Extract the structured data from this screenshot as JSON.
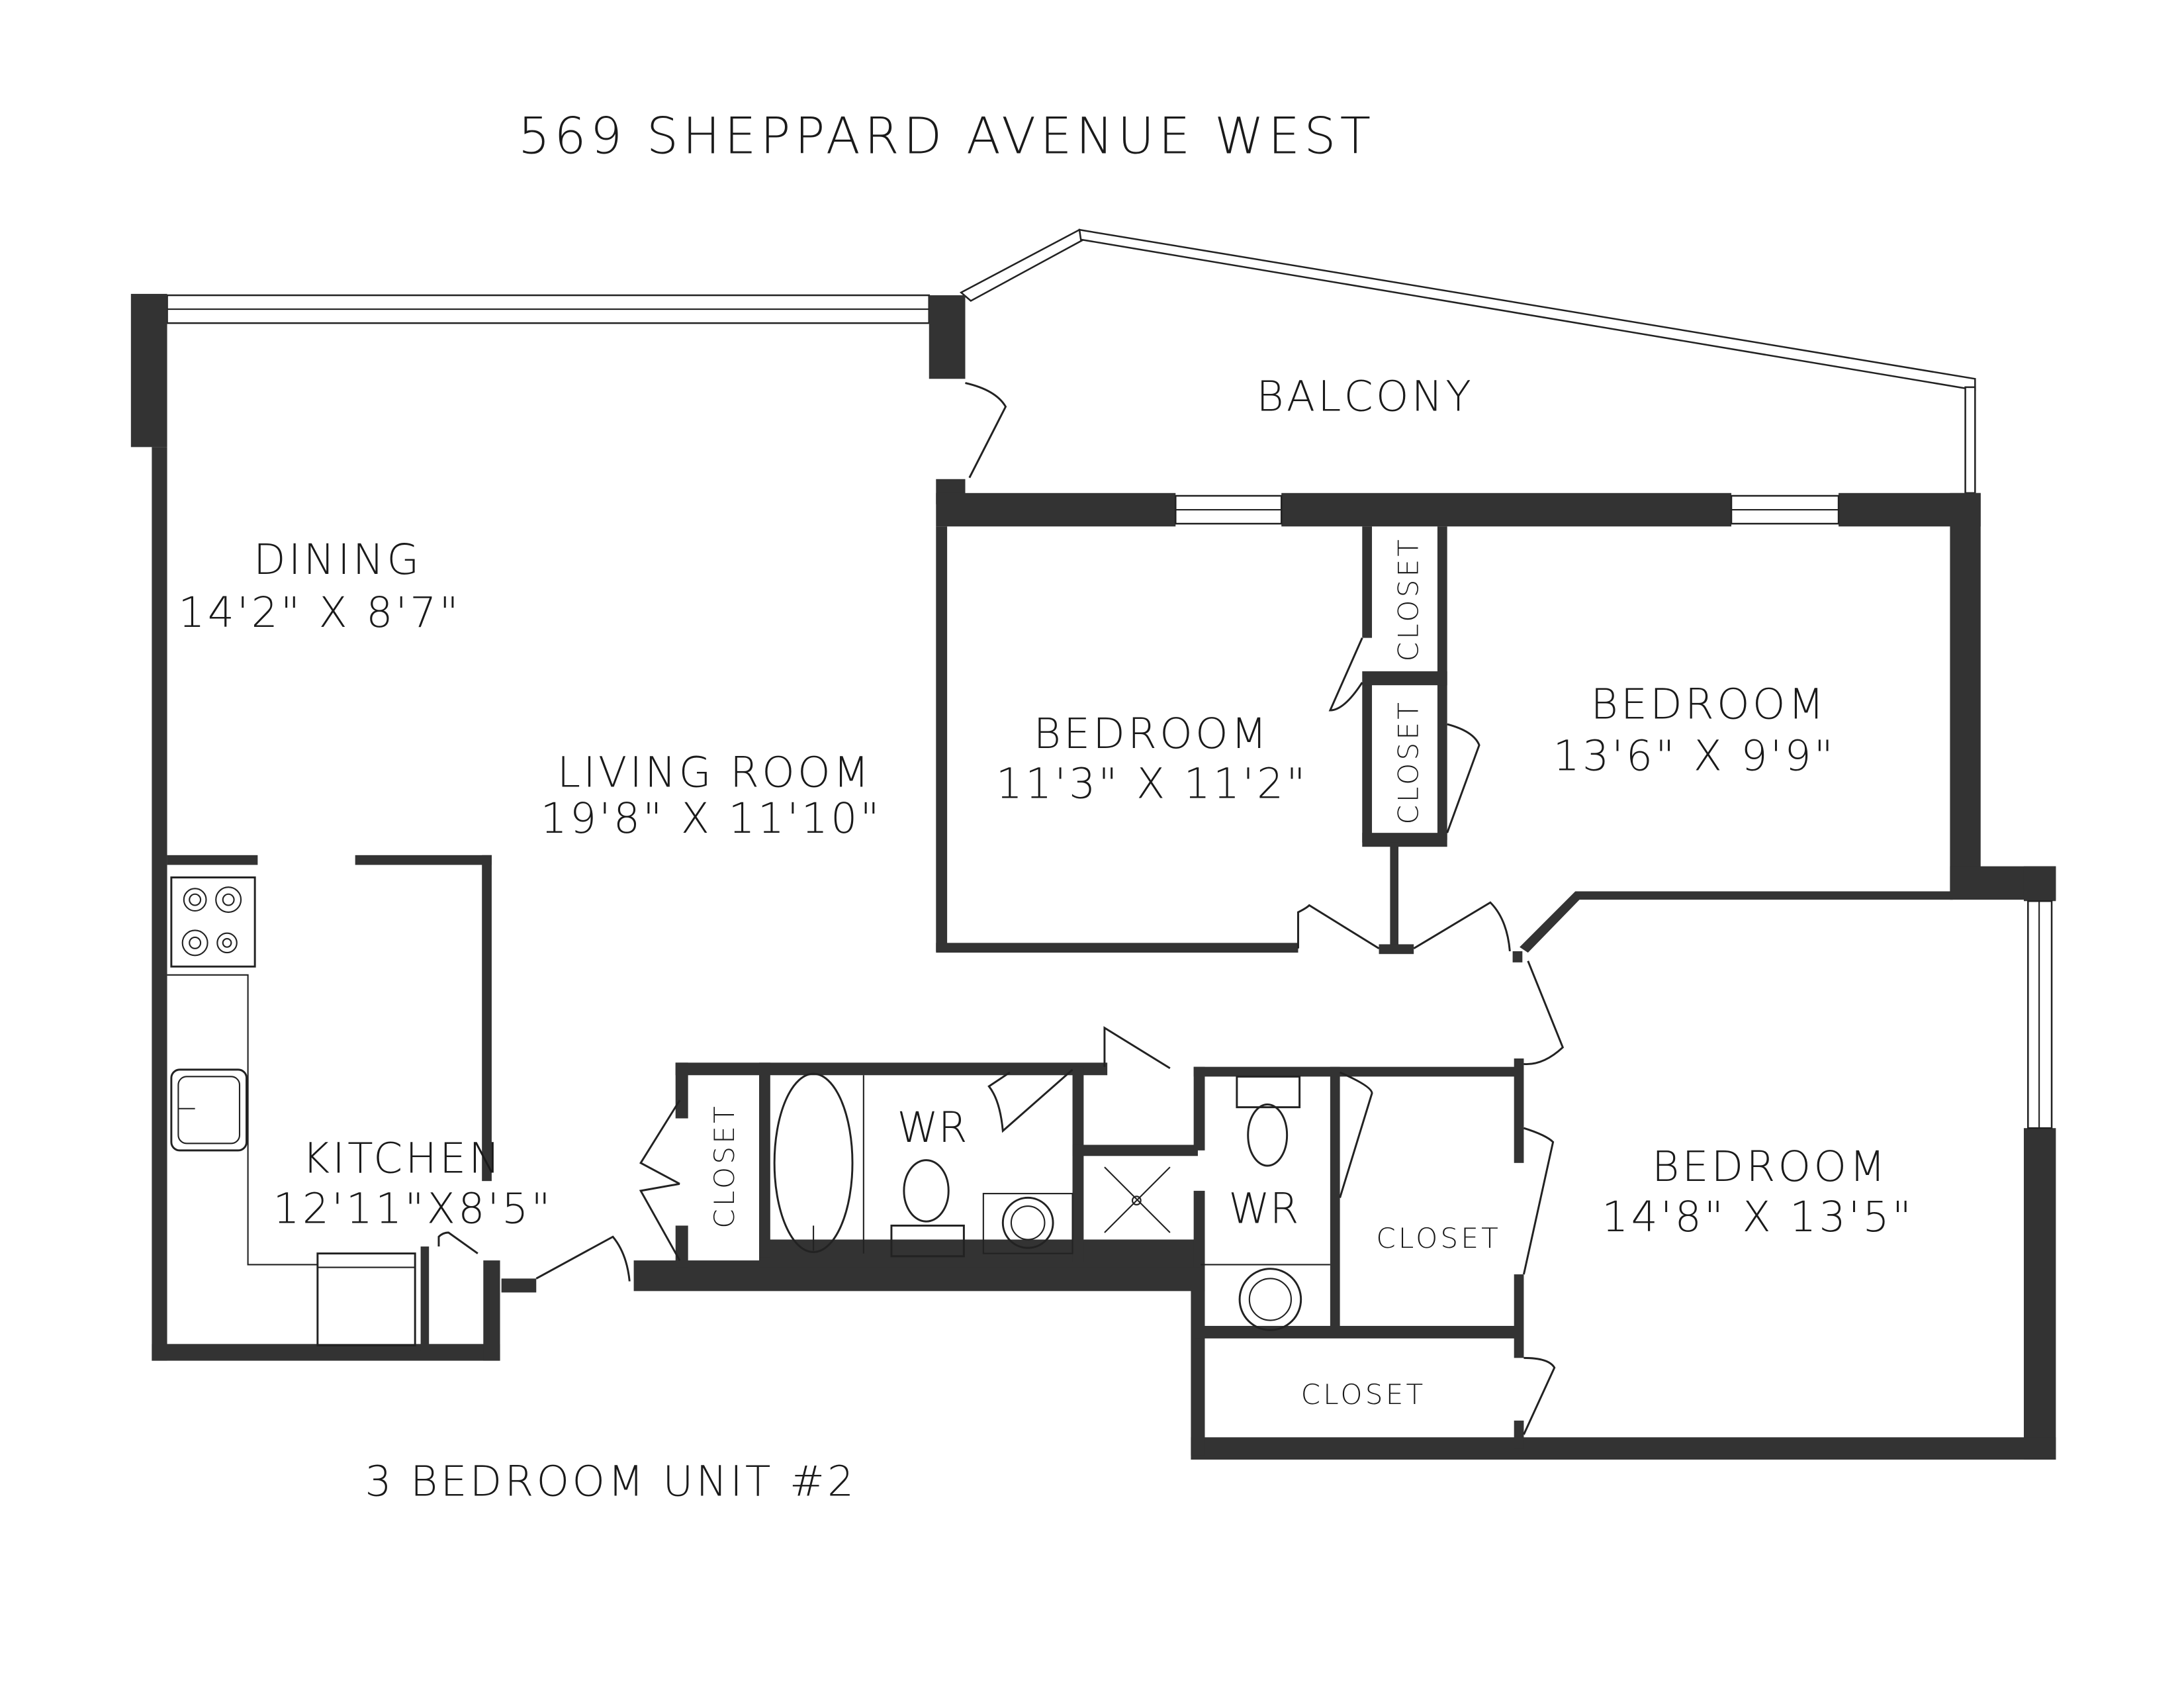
{
  "title": "569 SHEPPARD AVENUE WEST",
  "subtitle": "3 BEDROOM UNIT #2",
  "colors": {
    "wall": "#333333",
    "background": "#ffffff",
    "text": "#1a1a1a"
  },
  "rooms": {
    "balcony": {
      "name": "BALCONY"
    },
    "dining": {
      "name": "DINING",
      "size": "14'2\"  X  8'7\""
    },
    "living": {
      "name": "LIVING ROOM",
      "size": "19'8\"  X  11'10\""
    },
    "kitchen": {
      "name": "KITCHEN",
      "size": "12'11\"X8'5\""
    },
    "bedroom1": {
      "name": "BEDROOM",
      "size": "11'3\"  X  11'2\""
    },
    "bedroom2": {
      "name": "BEDROOM",
      "size": "13'6\"  X  9'9\""
    },
    "bedroom3": {
      "name": "BEDROOM",
      "size": "14'8\"  X  13'5\""
    },
    "wr1": {
      "name": "WR"
    },
    "wr2": {
      "name": "WR"
    },
    "closet_b1_upper": {
      "name": "CLOSET"
    },
    "closet_b1_lower": {
      "name": "CLOSET"
    },
    "closet_hall": {
      "name": "CLOSET"
    },
    "closet_b3_side": {
      "name": "CLOSET"
    },
    "closet_b3_bottom": {
      "name": "CLOSET"
    }
  },
  "fixtures": [
    "stove-icon",
    "kitchen-sink-icon",
    "refrigerator-icon",
    "bathtub-icon",
    "toilet-icon",
    "bathroom-sink-icon",
    "shower-drain-icon"
  ]
}
